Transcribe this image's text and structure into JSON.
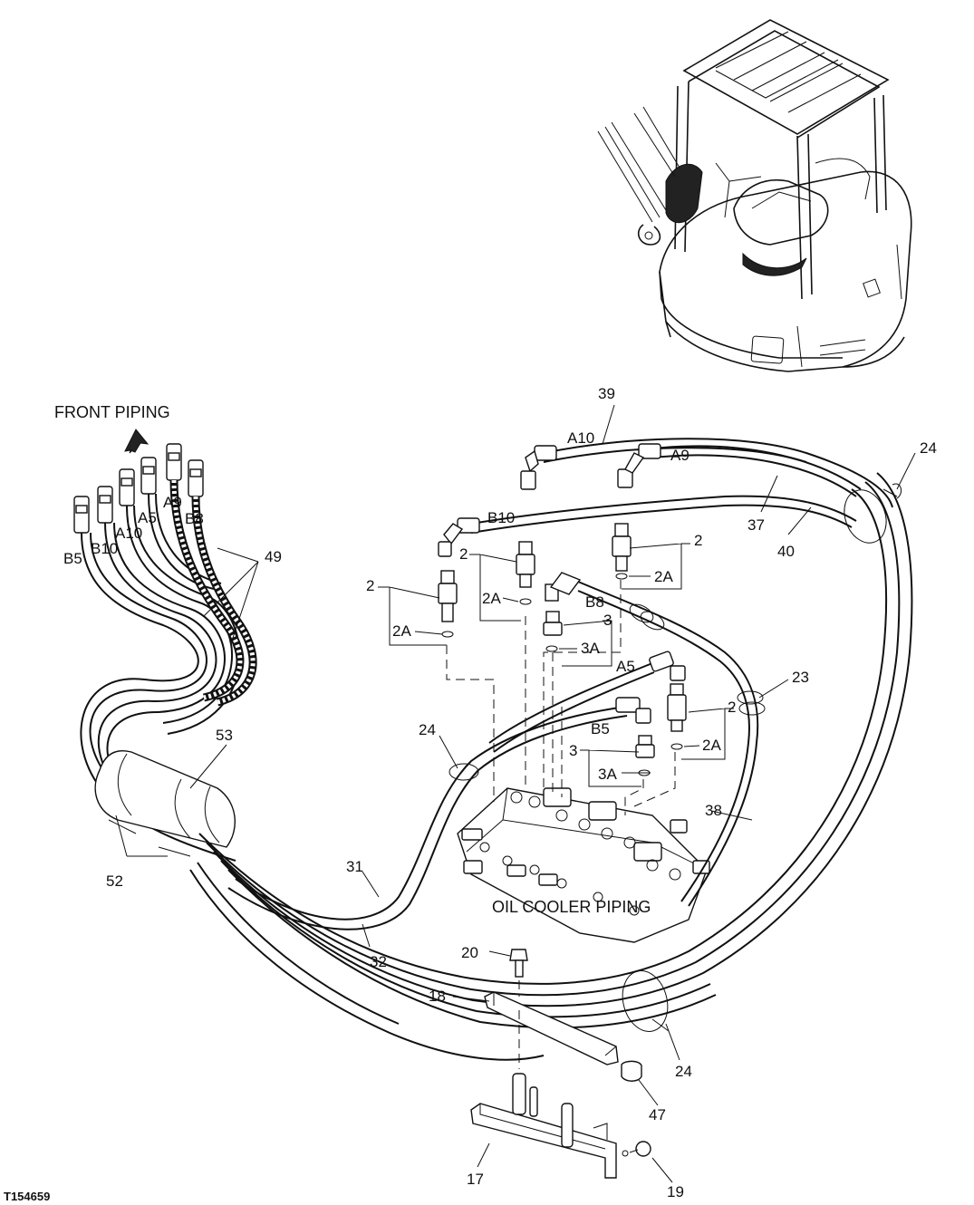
{
  "figure_id": "T154659",
  "captions": {
    "front_piping": "FRONT PIPING",
    "oil_cooler_piping": "OIL COOLER PIPING"
  },
  "hose_tags": {
    "b5_front": "B5",
    "b10_front": "B10",
    "a10_front": "A10",
    "a5_front": "A5",
    "a9_front": "A9",
    "b8_front": "B8",
    "a10_rear": "A10",
    "a9_rear": "A9",
    "b10_rear": "B10",
    "b8_rear": "B8",
    "a5_rear": "A5",
    "b5_rear": "B5"
  },
  "part_numbers": {
    "p39": "39",
    "p24_top": "24",
    "p37": "37",
    "p40": "40",
    "p49": "49",
    "p2_a": "2",
    "p2_b": "2",
    "p2_c": "2",
    "p2_d": "2",
    "p2a_a": "2A",
    "p2a_b": "2A",
    "p2a_c": "2A",
    "p2a_d": "2A",
    "p3_a": "3",
    "p3a_a": "3A",
    "p3_b": "3",
    "p3a_b": "3A",
    "p23": "23",
    "p24_mid": "24",
    "p53": "53",
    "p38": "38",
    "p52": "52",
    "p31": "31",
    "p32": "32",
    "p20": "20",
    "p18": "18",
    "p24_bottom": "24",
    "p47": "47",
    "p17": "17",
    "p19": "19"
  }
}
